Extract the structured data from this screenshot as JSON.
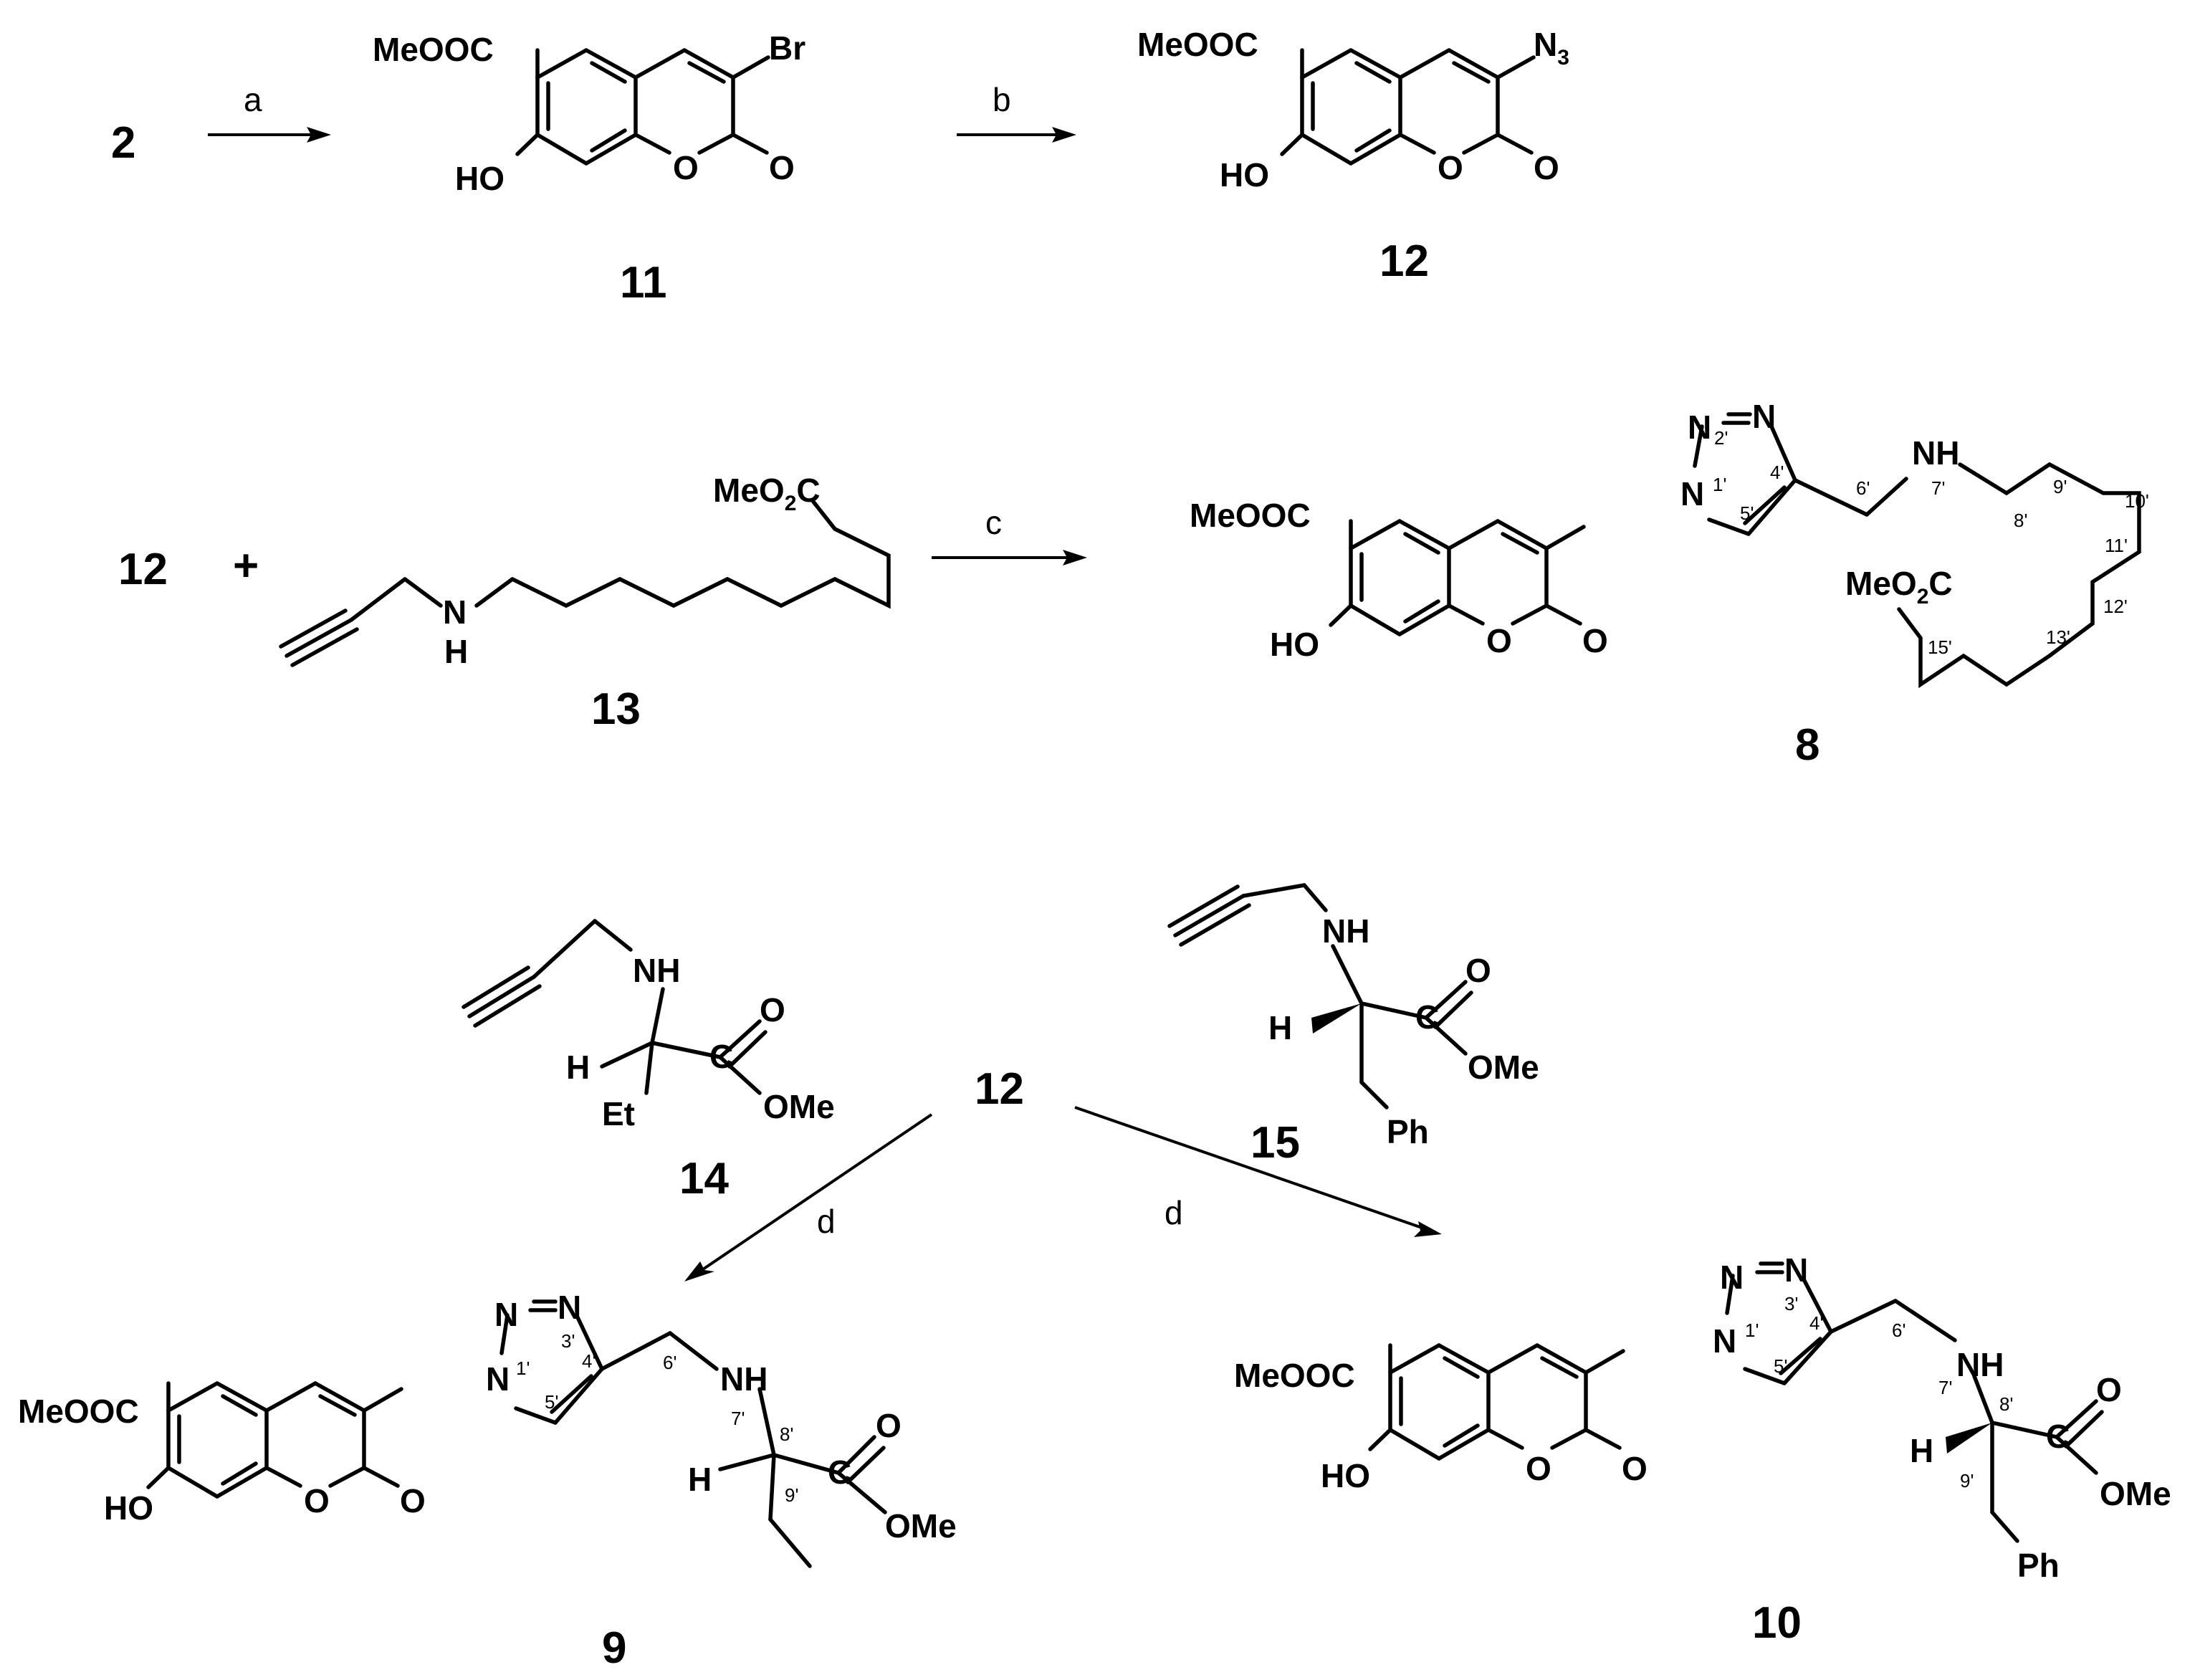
{
  "compounds": {
    "c2": "2",
    "c11": "11",
    "c12": "12",
    "c13": "13",
    "c8": "8",
    "c14": "14",
    "c15": "15",
    "c9": "9",
    "c10": "10",
    "c12_reagent_row2": "12",
    "c12_center": "12"
  },
  "reagents": {
    "a": "a",
    "b": "b",
    "c": "c",
    "d_left": "d",
    "d_right": "d"
  },
  "symbols": {
    "plus": "+"
  },
  "atoms": {
    "MeOOC": "MeOOC",
    "HO": "HO",
    "O": "O",
    "Br": "Br",
    "N": "N",
    "N3": "N",
    "N3_sub": "3",
    "NH": "NH",
    "H": "H",
    "MeO2C": "MeO",
    "MeO2C_sub": "2",
    "MeO2C_tail": "C",
    "C": "C",
    "OMe": "OMe",
    "Et": "Et",
    "Ph": "Ph"
  },
  "positions": {
    "p1": "1'",
    "p2": "2'",
    "p3": "3'",
    "p4": "4'",
    "p5": "5'",
    "p6": "6'",
    "p7": "7'",
    "p8": "8'",
    "p9": "9'",
    "p10": "10'",
    "p11": "11'",
    "p12": "12'",
    "p13": "13'",
    "p15": "15'"
  }
}
